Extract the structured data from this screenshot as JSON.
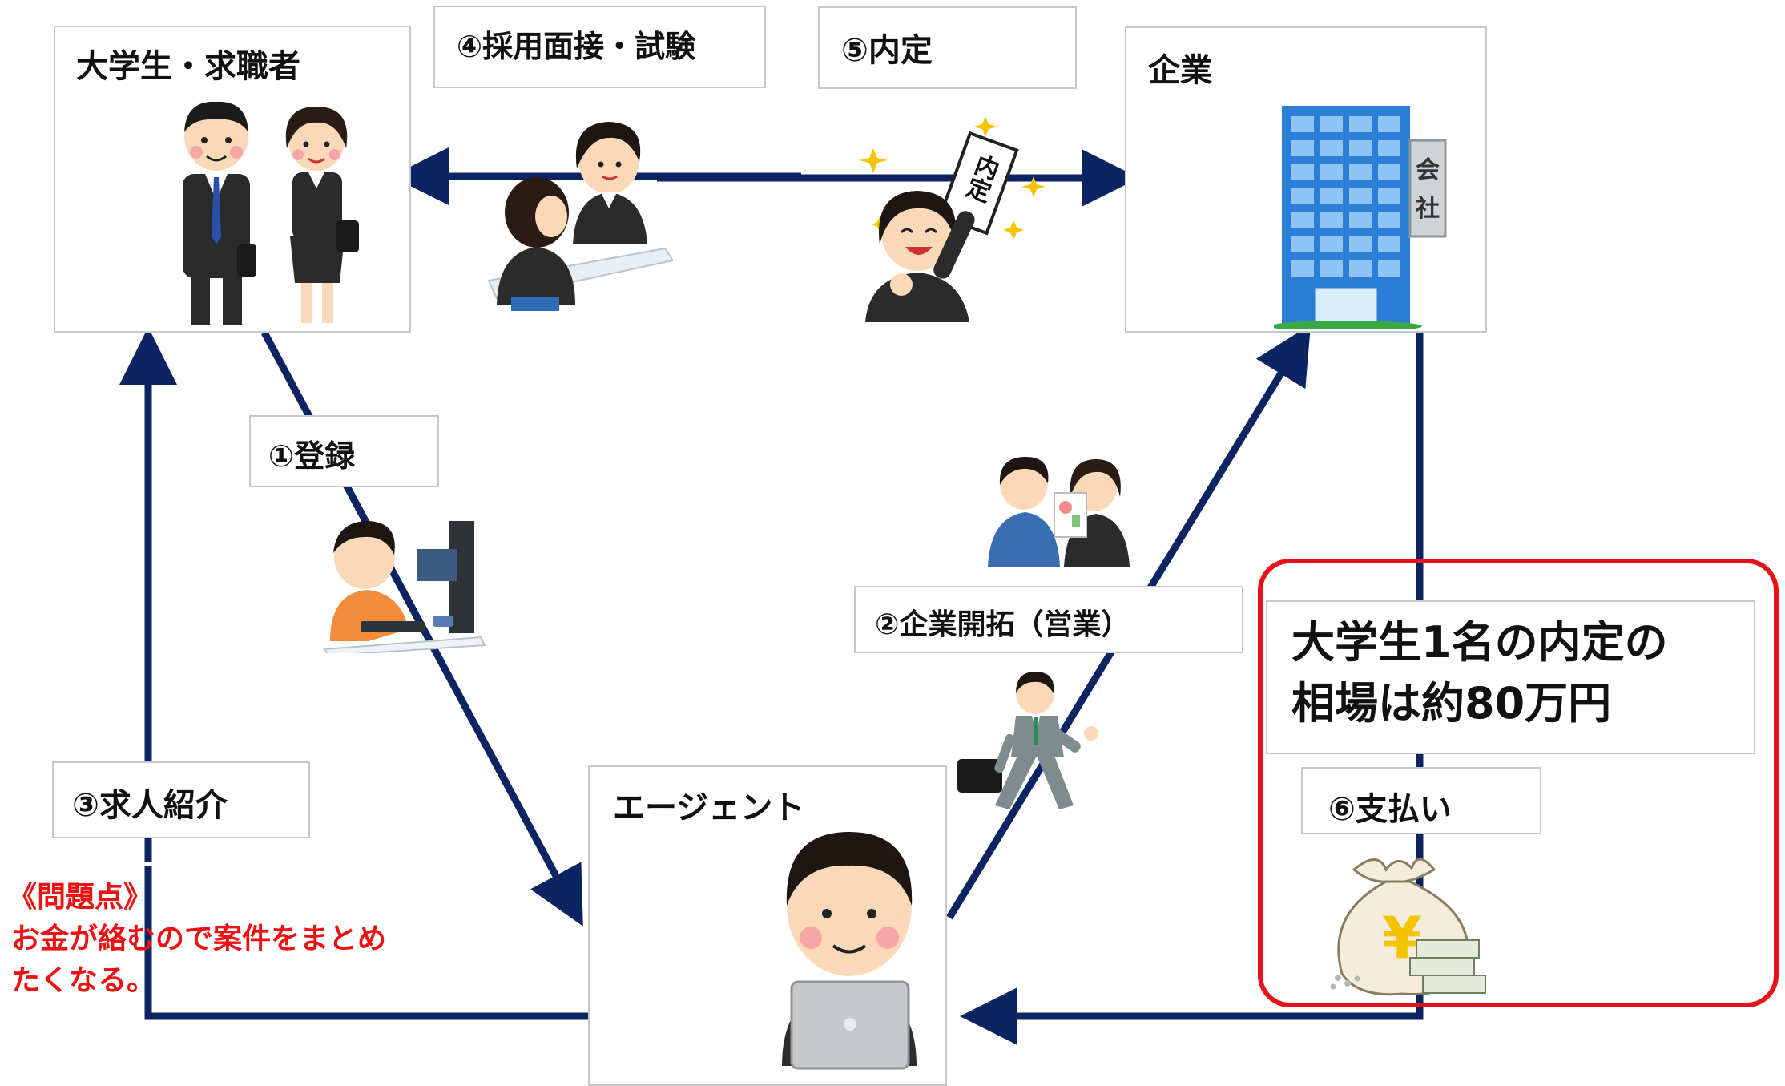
{
  "nodes": {
    "student": "大学生・求職者",
    "company": "企業",
    "agent": "エージェント"
  },
  "steps": {
    "register": "①登録",
    "sales": "②企業開拓（営業）",
    "introduce": "③求人紹介",
    "interview": "④採用面接・試験",
    "offer": "⑤内定",
    "payment": "⑥支払い"
  },
  "note": {
    "title": "《問題点》",
    "line1": "お金が絡むので案件をまとめ",
    "line2": "たくなる。"
  },
  "price": {
    "line1": "大学生1名の内定の",
    "line2": "相場は約80万円"
  },
  "icon_text": {
    "company_sign_1": "会",
    "company_sign_2": "社",
    "offer_sign": "内定",
    "yen": "¥"
  },
  "colors": {
    "arrow": "#0d2462",
    "highlight": "#e8101a",
    "building": "#2c7fd6"
  }
}
